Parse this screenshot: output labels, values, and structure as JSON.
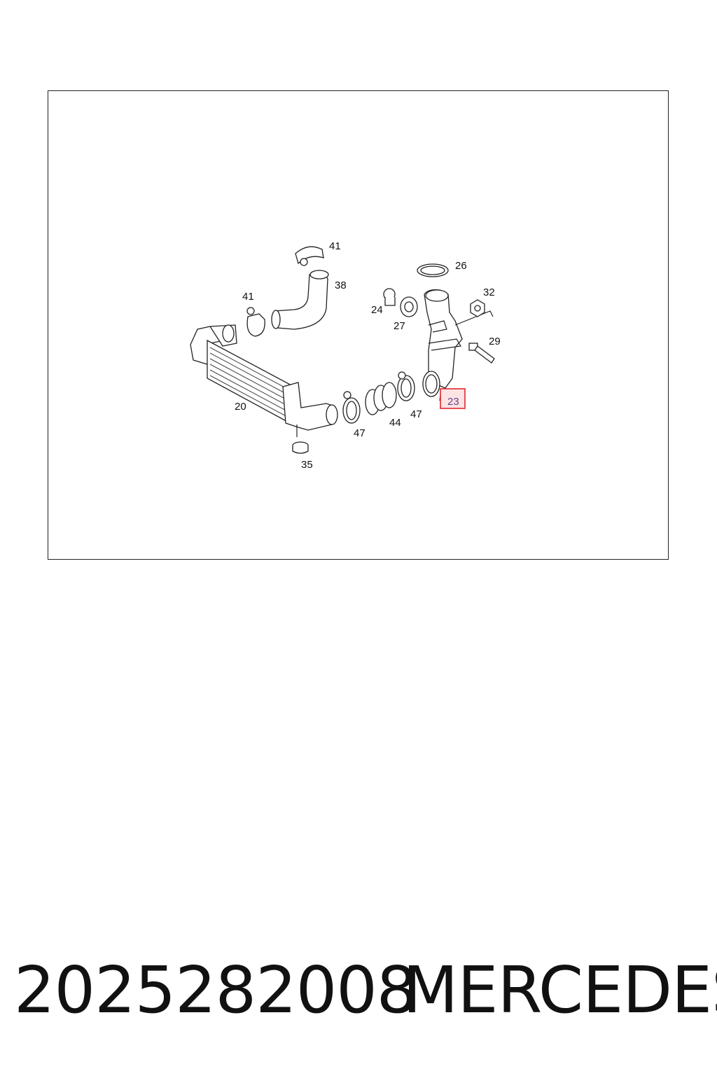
{
  "diagram": {
    "callouts": {
      "c41_top": "41",
      "c26": "26",
      "c38": "38",
      "c41_left": "41",
      "c32": "32",
      "c24": "24",
      "c27": "27",
      "c29": "29",
      "c20": "20",
      "c23": "23",
      "c47_right": "47",
      "c44": "44",
      "c47_left": "47",
      "c35": "35"
    },
    "highlight_color": "#e0292d"
  },
  "footer": {
    "part_number": "2025282008",
    "brand": "MERCEDES"
  }
}
